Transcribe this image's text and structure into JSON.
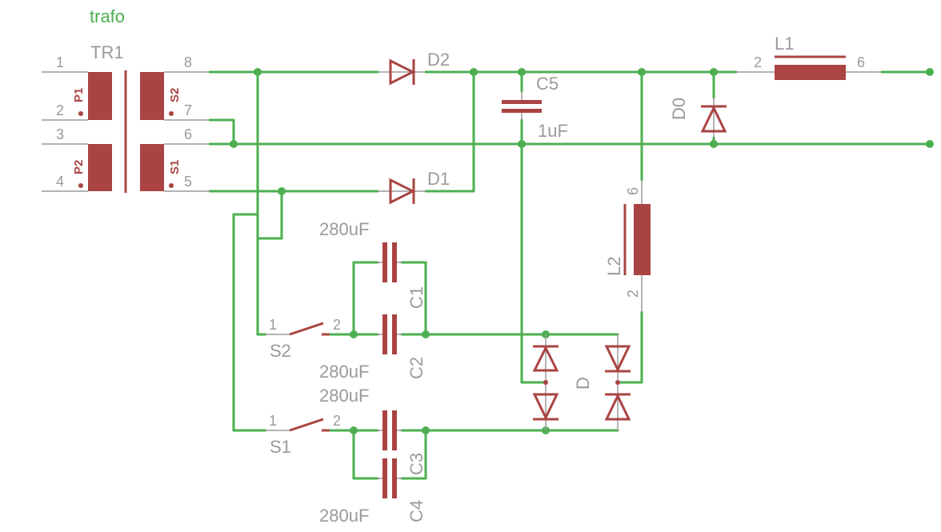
{
  "title": "trafo",
  "transformer": {
    "name": "TR1",
    "primary_pins": [
      "1",
      "2",
      "3",
      "4"
    ],
    "secondary_pins": [
      "8",
      "7",
      "6",
      "5"
    ],
    "windings": [
      "P1",
      "P2",
      "S2",
      "S1"
    ]
  },
  "components": {
    "d2": "D2",
    "d1": "D1",
    "d0": "D0",
    "bridge": "D",
    "c5": "C5",
    "c5_value": "1uF",
    "l1": "L1",
    "l1_pin_a": "2",
    "l1_pin_b": "6",
    "l2": "L2",
    "l2_pin_top": "6",
    "l2_pin_bottom": "2",
    "c1": "C1",
    "c2": "C2",
    "c3": "C3",
    "c4": "C4",
    "c1_value": "280uF",
    "c2_value": "280uF",
    "c3_value": "280uF",
    "c4_value": "280uF",
    "s2": "S2",
    "s1": "S1",
    "s2_pin1": "1",
    "s2_pin2": "2",
    "s1_pin1": "1",
    "s1_pin2": "2"
  }
}
